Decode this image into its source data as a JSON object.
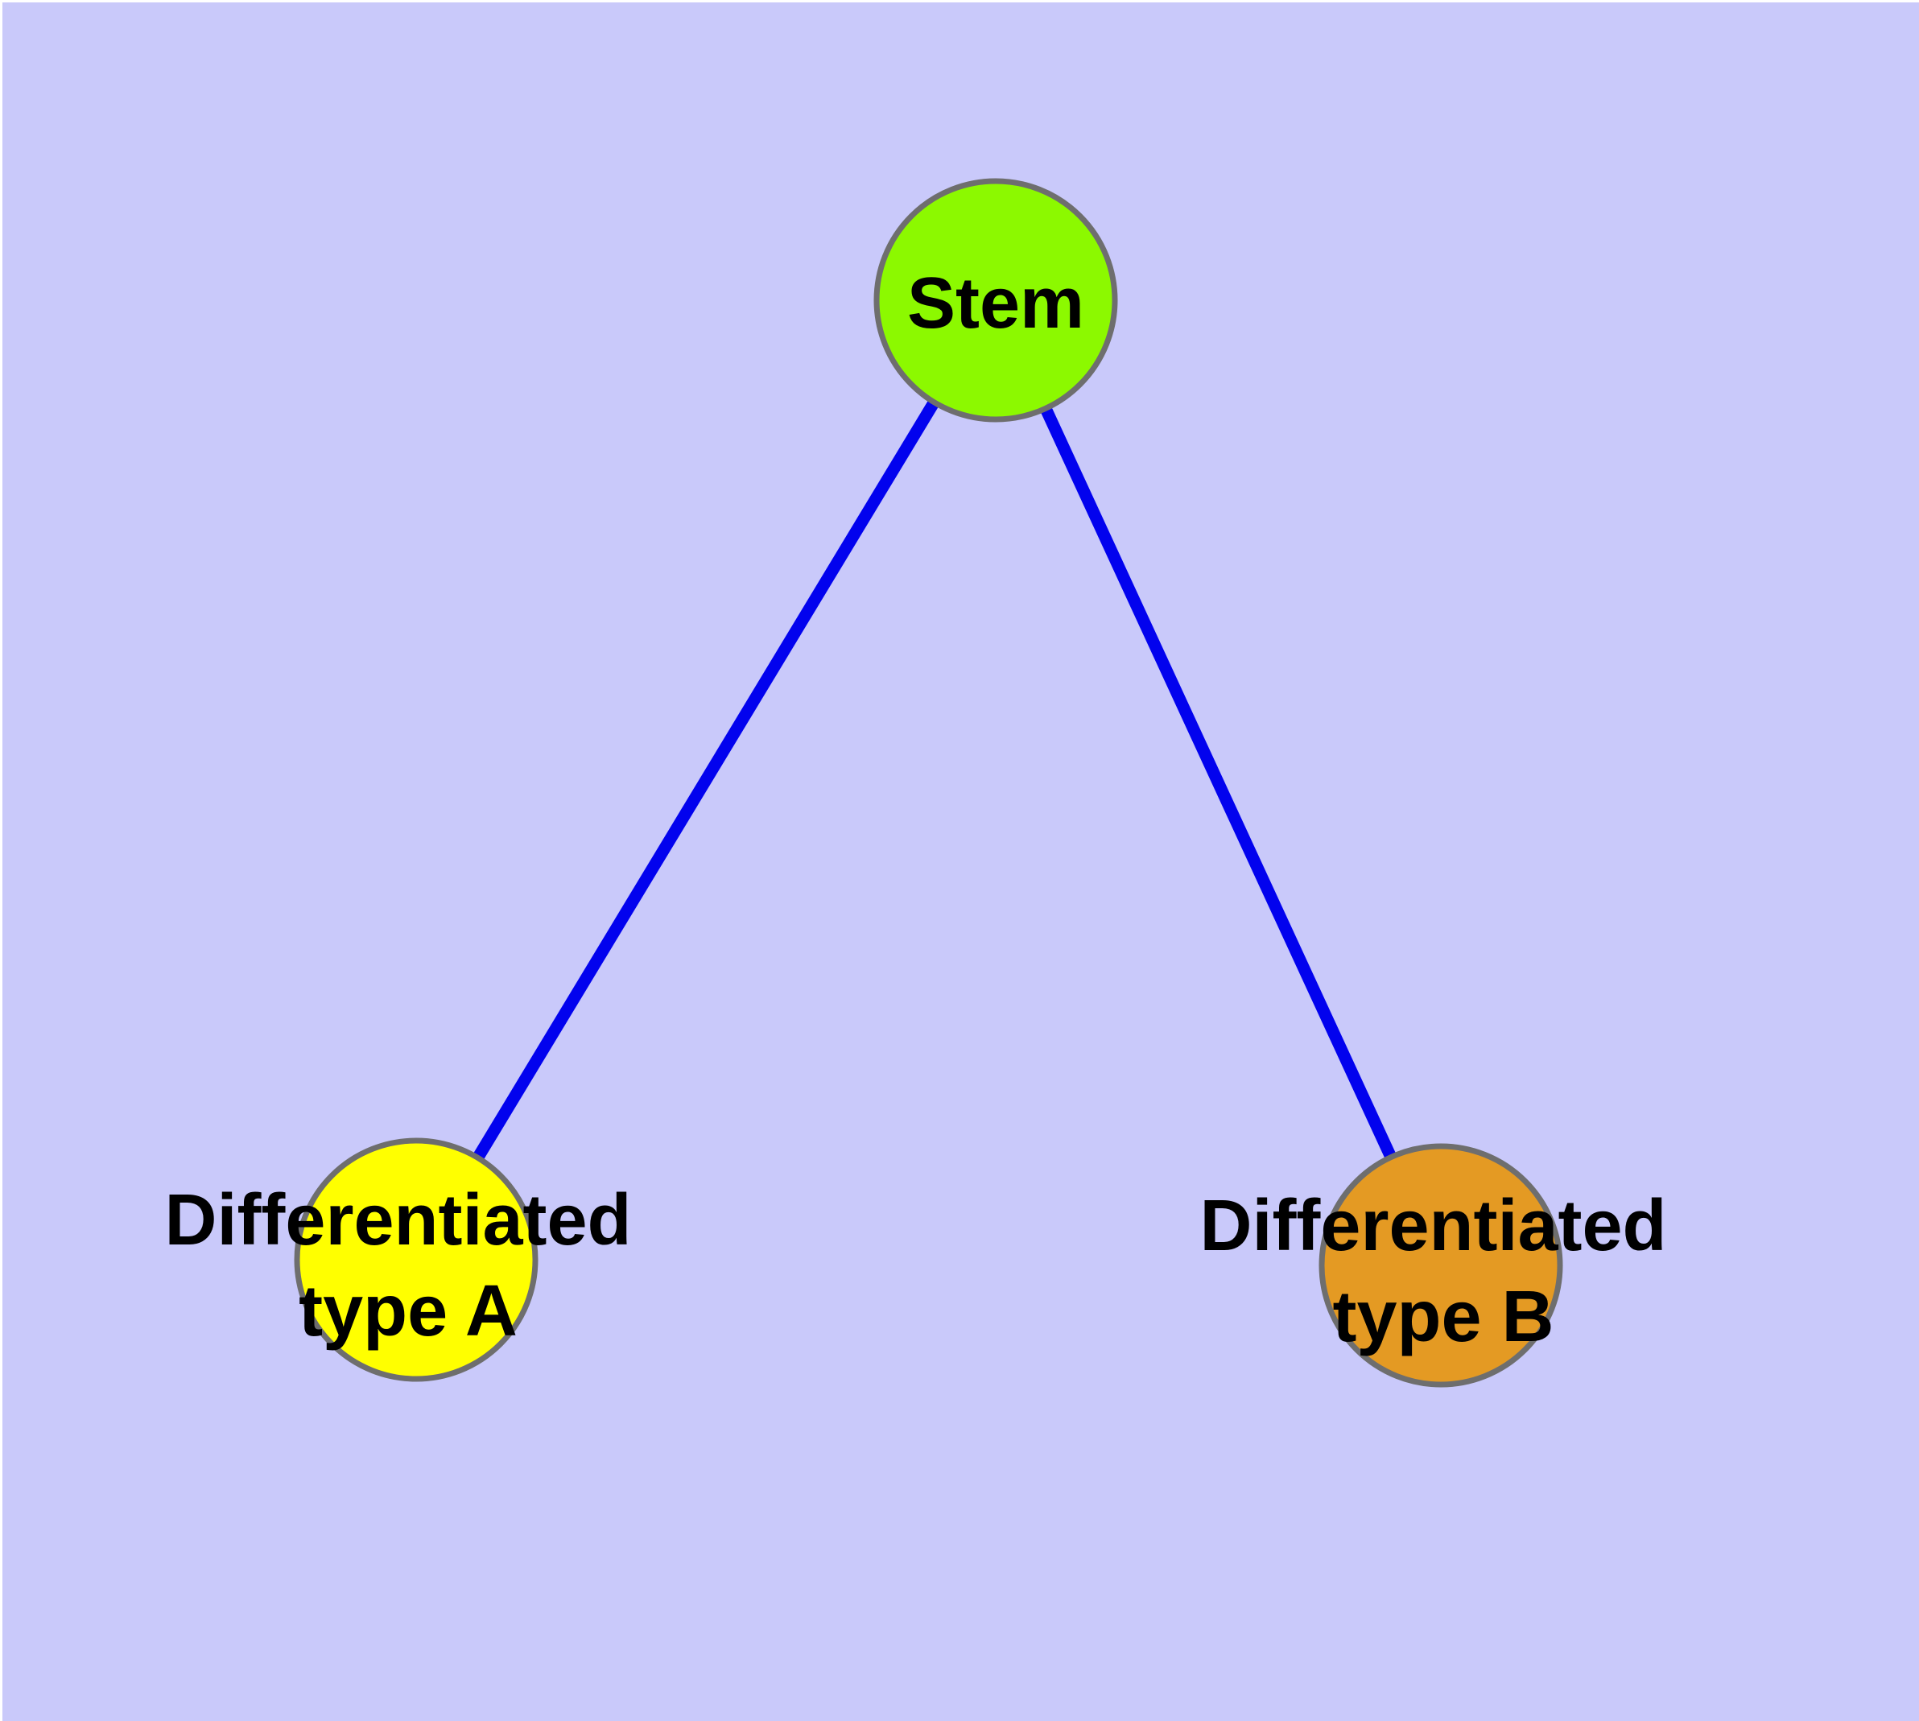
{
  "diagram": {
    "background_color": "#C9C9FA",
    "edge_color": "#0202EE",
    "node_border_color": "#6E6E6E",
    "label_color": "#000000",
    "nodes": [
      {
        "id": "stem",
        "label": "Stem",
        "fill": "#8CF900"
      },
      {
        "id": "differentiated-type-a",
        "label": "Differentiated type A",
        "label_line1": "Differentiated",
        "label_line2": "type A",
        "fill": "#FFFF00"
      },
      {
        "id": "differentiated-type-b",
        "label": "Differentiated type B",
        "label_line1": "Differentiated",
        "label_line2": "type B",
        "fill": "#E49A23"
      }
    ],
    "edges": [
      {
        "from": "Stem",
        "to": "Differentiated type A"
      },
      {
        "from": "Stem",
        "to": "Differentiated type B"
      }
    ]
  }
}
